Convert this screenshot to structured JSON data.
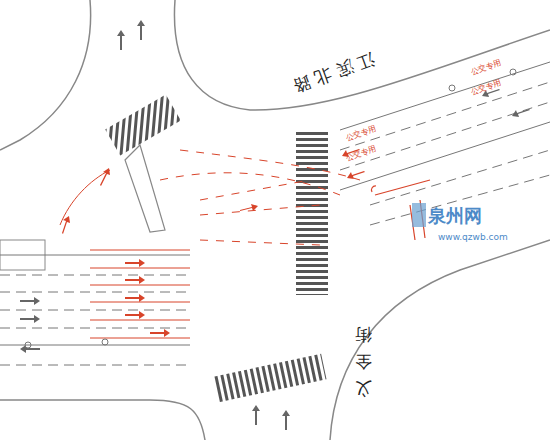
{
  "diagram": {
    "labels": [
      "江滨北路",
      "义全街",
      "公交专用",
      "公交专用",
      "公交专用",
      "公交专用",
      "泉州网",
      "www.qzwb.com"
    ]
  }
}
